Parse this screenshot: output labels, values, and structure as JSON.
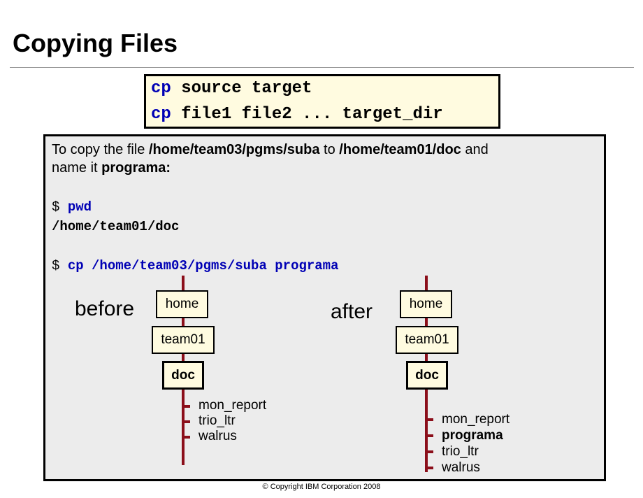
{
  "page": {
    "title": "Copying Files",
    "copyright": "© Copyright IBM Corporation 2008"
  },
  "syntax": {
    "line1": {
      "cmd": "cp",
      "args": " source target"
    },
    "line2": {
      "cmd": "cp",
      "args": " file1 file2 ... target_dir"
    }
  },
  "example": {
    "desc_line1": {
      "t1": "To copy the file ",
      "b1": "/home/team03/pgms/suba",
      "t2": " to ",
      "b2": "/home/team01/doc",
      "t3": " and"
    },
    "desc_line2": {
      "t1": "name it ",
      "b1": "programa:"
    },
    "prompt": "$ ",
    "cmd1": "pwd",
    "output1": "/home/team01/doc",
    "cmd2": "cp /home/team03/pgms/suba programa"
  },
  "trees": {
    "before": {
      "label": "before",
      "nodes": [
        "home",
        "team01",
        "doc"
      ],
      "files": [
        "mon_report",
        "trio_ltr",
        "walrus"
      ]
    },
    "after": {
      "label": "after",
      "nodes": [
        "home",
        "team01",
        "doc"
      ],
      "files": [
        "mon_report",
        "programa",
        "trio_ltr",
        "walrus"
      ],
      "highlight": "programa"
    }
  },
  "colors": {
    "command": "#0000b5",
    "tree_line": "#8b0e1a",
    "box_fill": "#fffbe0",
    "panel": "#ececec"
  }
}
